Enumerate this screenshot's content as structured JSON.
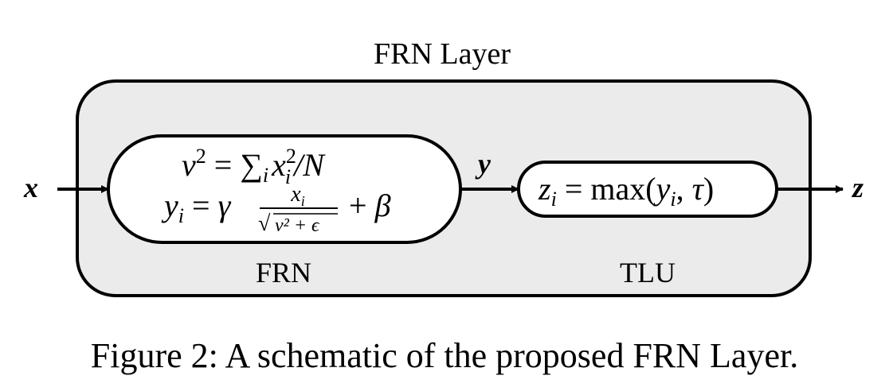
{
  "diagram": {
    "outer_title": "FRN Layer",
    "frn_label": "FRN",
    "tlu_label": "TLU",
    "input_var": "x",
    "mid_var": "y",
    "output_var": "z",
    "frn_eq1": {
      "nu": "ν",
      "sq": "2",
      "eq": " = ",
      "sum": "∑",
      "sub_i": "i",
      "x": "x",
      "xsup": "2",
      "xsub": "i",
      "rest": "/N"
    },
    "frn_eq2": {
      "y": "y",
      "ysub": "i",
      "eq": " = ",
      "gamma": "γ",
      "num": "x",
      "numsub": "i",
      "den": "ν² + ϵ",
      "plus": "+ ",
      "beta": "β"
    },
    "tlu_eq": {
      "z": "z",
      "zsub": "i",
      "eq": " = max(",
      "y": "y",
      "ysub": "i",
      "comma": ", ",
      "tau": "τ",
      "close": ")"
    }
  },
  "caption": "Figure 2: A schematic of the proposed FRN Layer."
}
